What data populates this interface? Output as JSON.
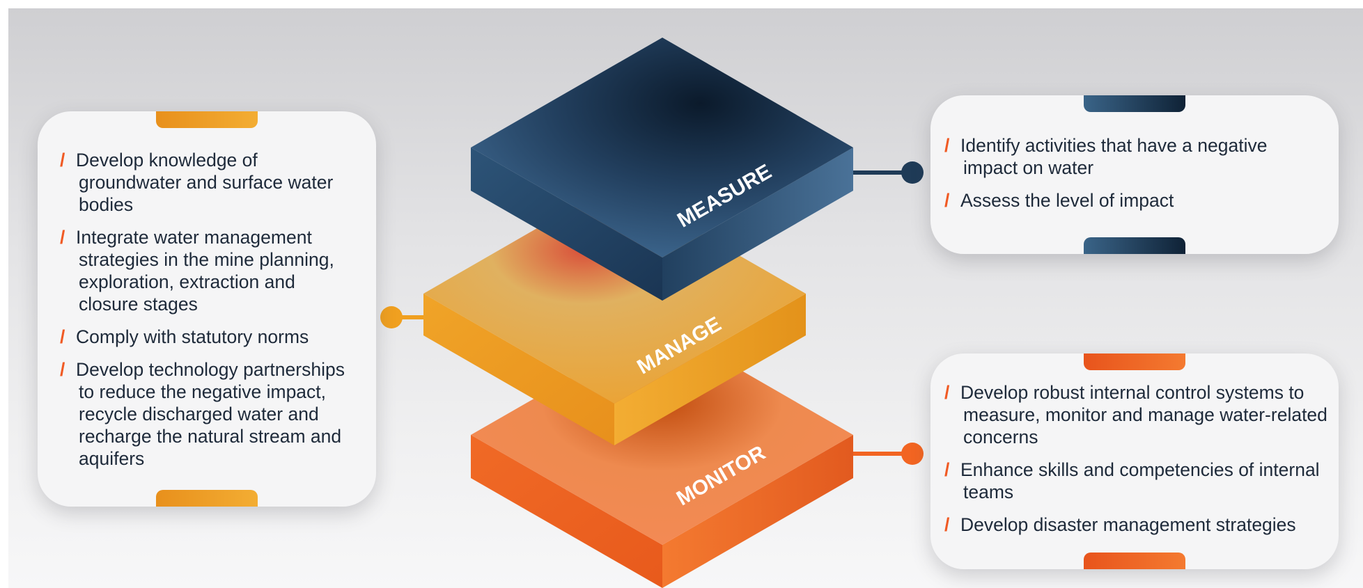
{
  "layers": [
    {
      "id": "measure",
      "label": "MEASURE"
    },
    {
      "id": "manage",
      "label": "MANAGE"
    },
    {
      "id": "monitor",
      "label": "MONITOR"
    }
  ],
  "bullet_symbol": "/",
  "panels": {
    "manage": {
      "items": [
        "Develop knowledge of groundwater and surface water bodies",
        "Integrate water management strategies in the mine planning, exploration, extraction and closure stages",
        "Comply with statutory norms",
        "Develop technology partnerships to reduce the negative impact, recycle discharged water and recharge the natural stream and aquifers"
      ]
    },
    "measure": {
      "items": [
        "Identify activities that have a negative impact on water",
        "Assess the level of impact"
      ]
    },
    "monitor": {
      "items": [
        "Develop robust internal control systems to measure, monitor and manage water-related concerns",
        "Enhance skills and competencies of internal teams",
        "Develop disaster management strategies"
      ]
    }
  },
  "colors": {
    "measure": "#1f3b57",
    "manage": "#f0a020",
    "monitor": "#f26522",
    "bullet": "#f05a24",
    "text": "#1e2a3a"
  }
}
